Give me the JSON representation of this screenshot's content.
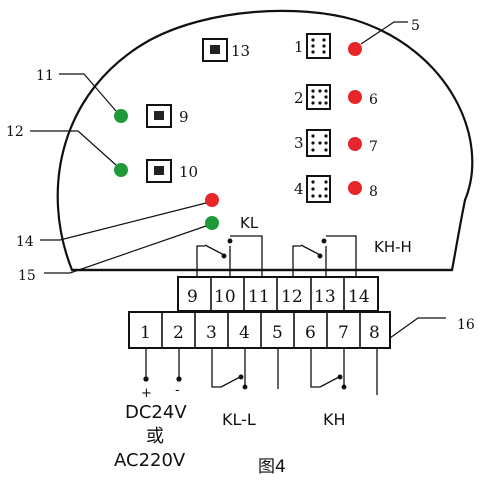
{
  "callouts": {
    "c5": "5",
    "c6": "6",
    "c7": "7",
    "c8": "8",
    "c9": "9",
    "c10": "10",
    "c11": "11",
    "c12": "12",
    "c13": "13",
    "c14": "14",
    "c15": "15",
    "c16": "16"
  },
  "switch_labels": [
    "1",
    "2",
    "3",
    "4"
  ],
  "relay_labels": {
    "kl": "KL",
    "khh": "KH-H",
    "kll": "KL-L",
    "kh": "KH"
  },
  "upper_terminals": [
    "9",
    "10",
    "11",
    "12",
    "13",
    "14"
  ],
  "lower_terminals": [
    "1",
    "2",
    "3",
    "4",
    "5",
    "6",
    "7",
    "8"
  ],
  "power": {
    "plus": "+",
    "minus": "-",
    "dc": "DC24V",
    "or": "或",
    "ac": "AC220V"
  },
  "figure_caption": "图4",
  "colors": {
    "red_led": "#e8262a",
    "green_led": "#1f9a3a",
    "line": "#111111"
  }
}
